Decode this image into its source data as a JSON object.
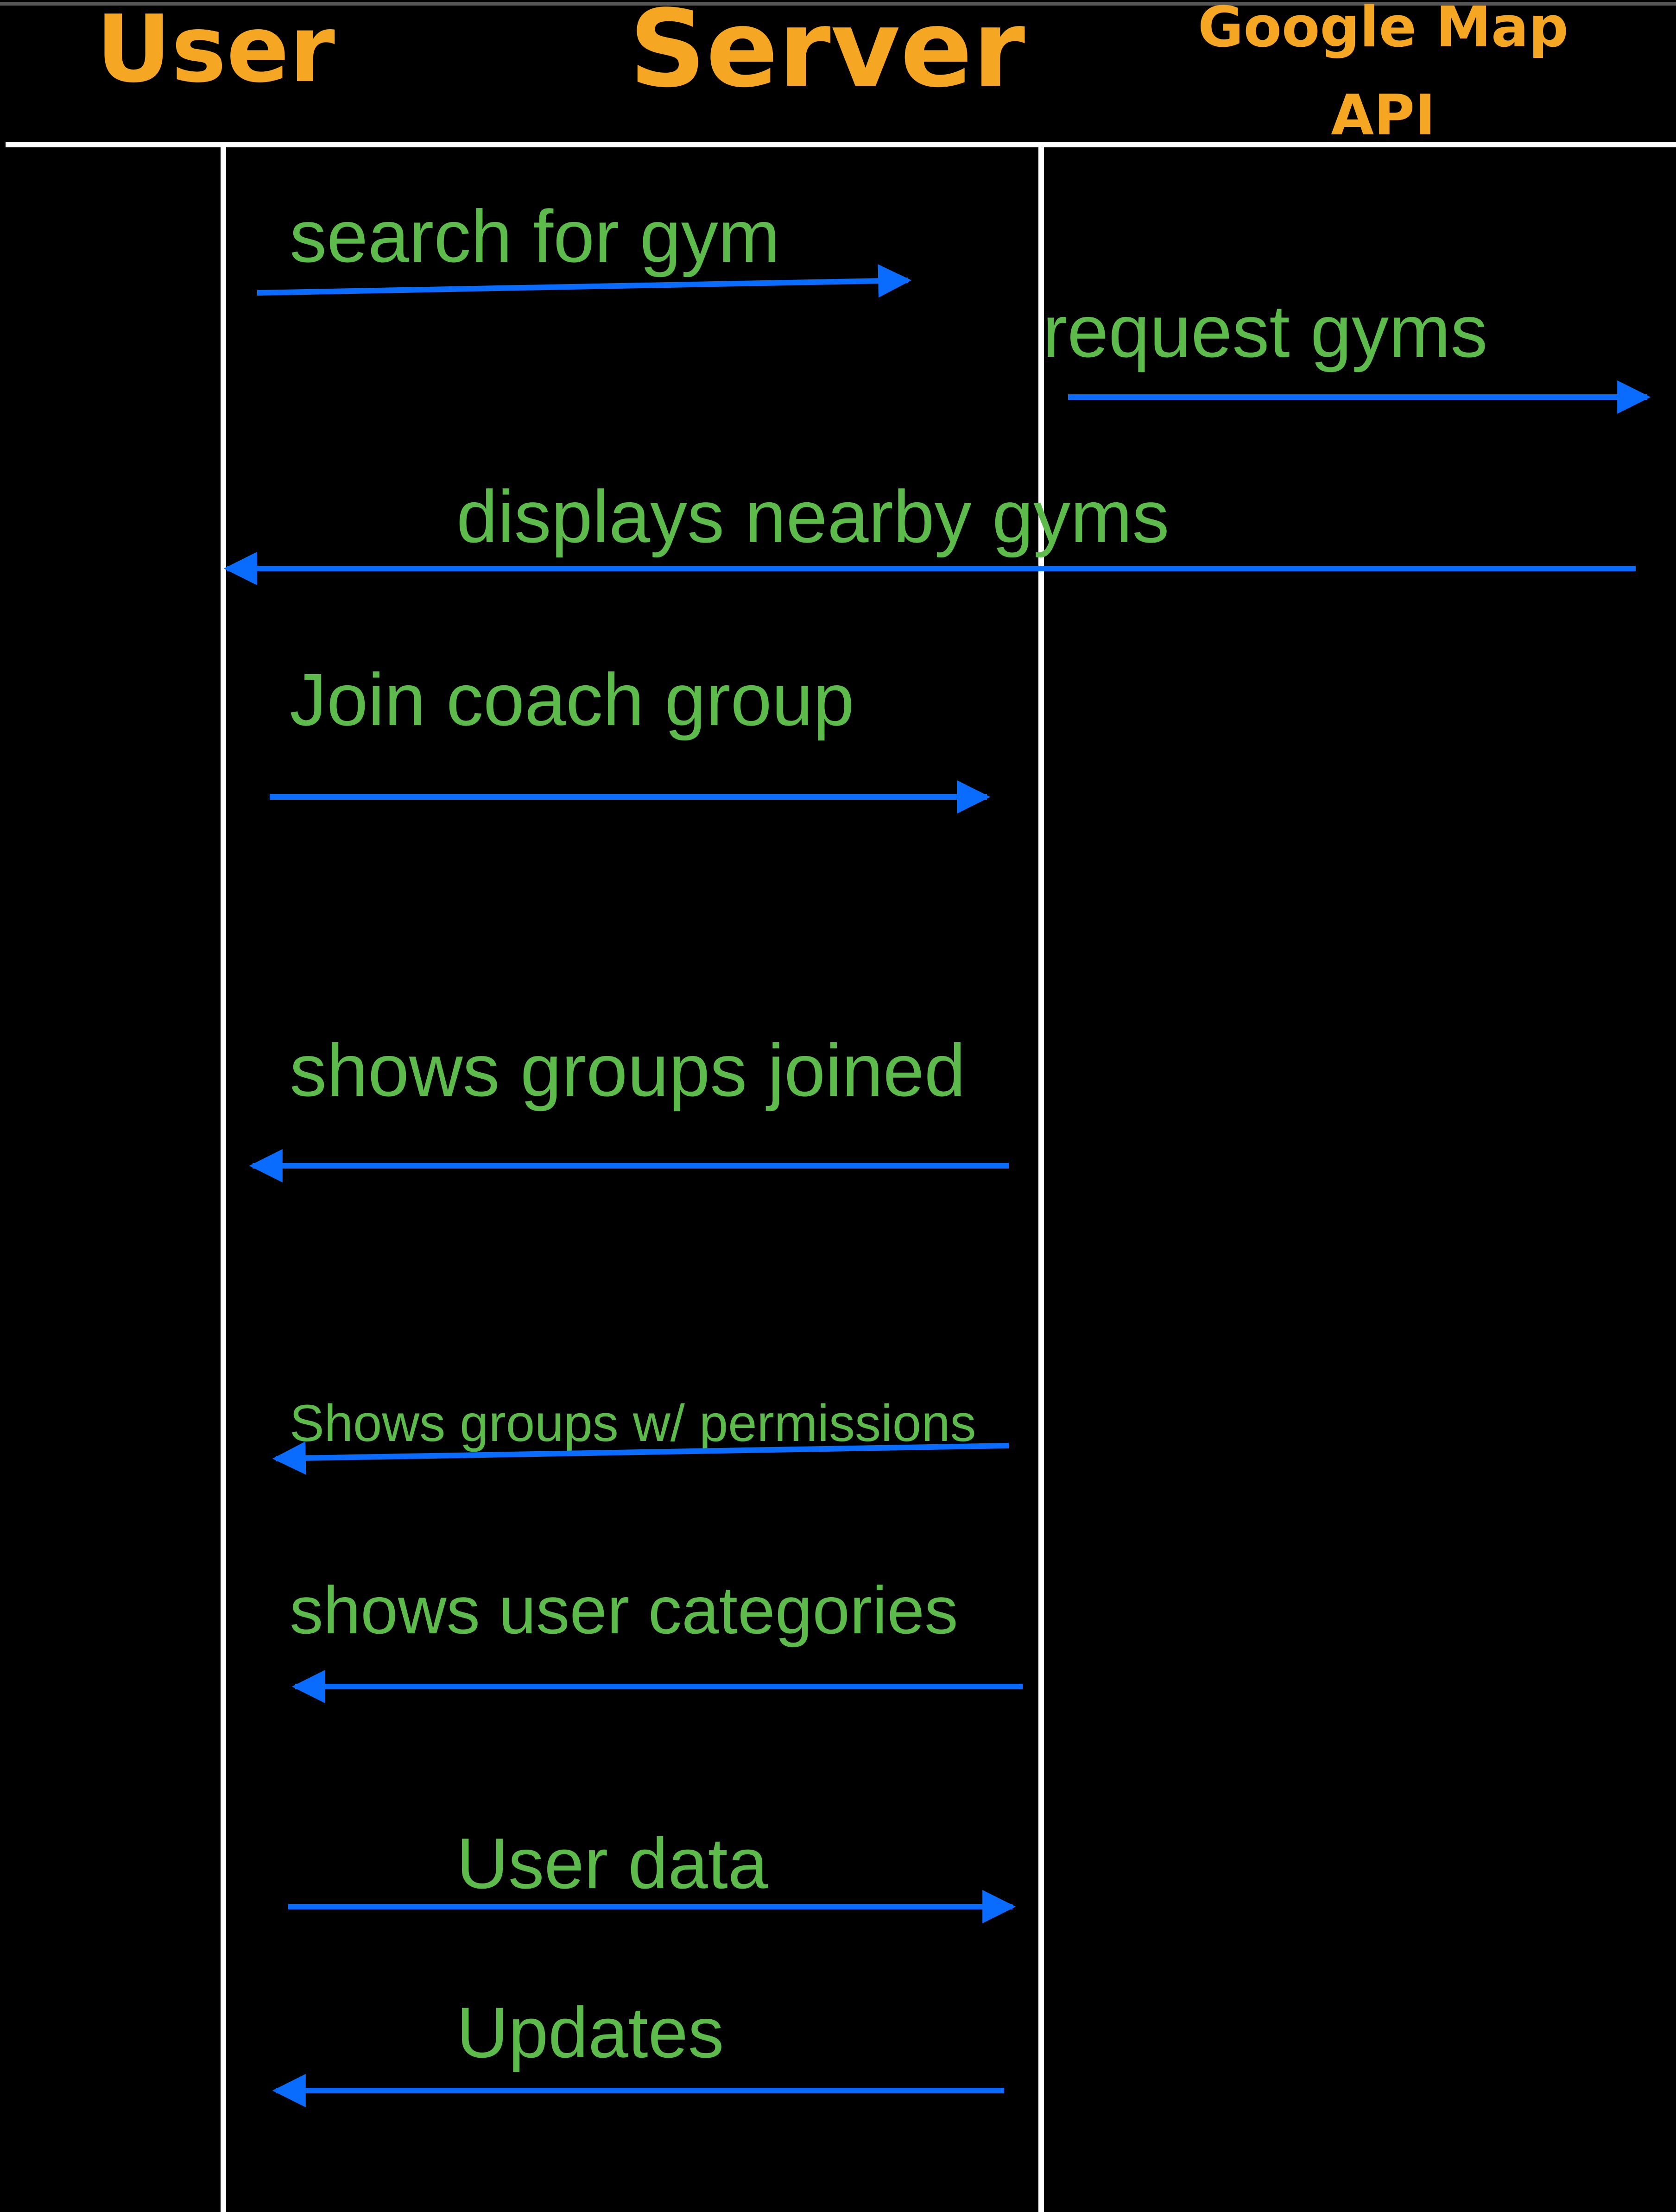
{
  "colors": {
    "background": "#000000",
    "actor_label": "#F5A623",
    "lifeline": "#FFFFFF",
    "arrow": "#0A6CFF",
    "message_label": "#5DBB4C",
    "top_border": "#555555"
  },
  "actors": [
    {
      "id": "user",
      "label": "User"
    },
    {
      "id": "server",
      "label": "Server"
    },
    {
      "id": "google_map_api",
      "label_line1": "Google Map",
      "label_line2": "API"
    }
  ],
  "messages": [
    {
      "label": "search for gym",
      "from": "user",
      "to": "server"
    },
    {
      "label": "request gyms",
      "from": "server",
      "to": "google_map_api"
    },
    {
      "label": "displays nearby gyms",
      "from": "google_map_api",
      "to": "user"
    },
    {
      "label": "Join coach group",
      "from": "user",
      "to": "server"
    },
    {
      "label": "shows groups joined",
      "from": "server",
      "to": "user"
    },
    {
      "label": "Shows groups w/ permissions",
      "from": "server",
      "to": "user"
    },
    {
      "label": "shows user categories",
      "from": "server",
      "to": "user"
    },
    {
      "label": "User data",
      "from": "user",
      "to": "server"
    },
    {
      "label": "Updates",
      "from": "server",
      "to": "user"
    }
  ]
}
